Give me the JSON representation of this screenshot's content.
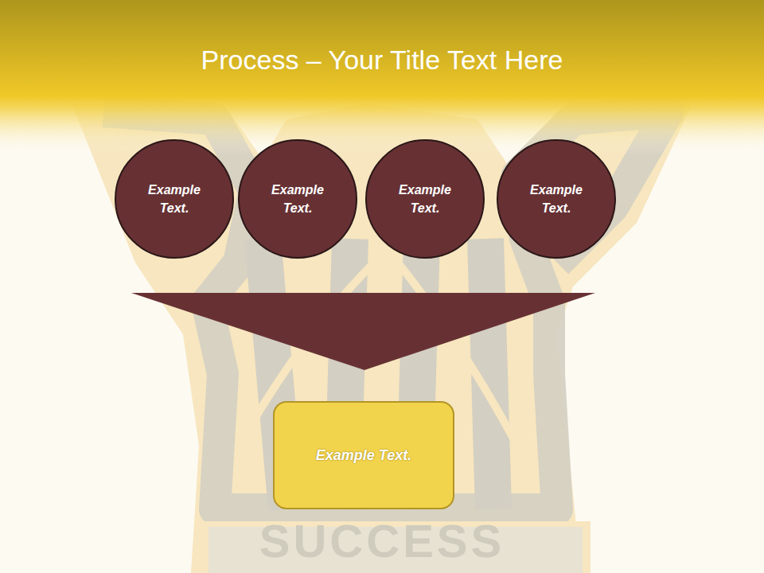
{
  "diagram": {
    "title": "Process – Your Title Text Here",
    "nodes": [
      {
        "text": [
          "Example Text."
        ]
      },
      {
        "text": [
          "Example Text."
        ]
      },
      {
        "text": [
          "Example Text."
        ]
      },
      {
        "text": [
          "Example Text."
        ]
      },
      {
        "text": [
          "Example Text."
        ]
      }
    ],
    "labels": [
      "SUCCESS"
    ]
  }
}
